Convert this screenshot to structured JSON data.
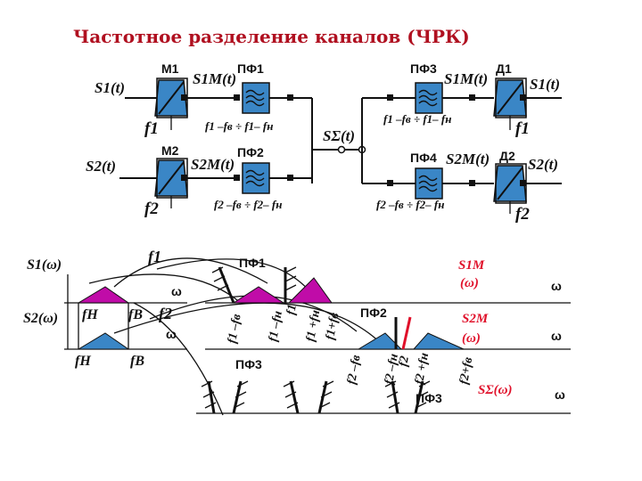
{
  "title": "Частотное разделение каналов (ЧРК)",
  "blocks": {
    "m1": "М1",
    "m2": "М2",
    "pf1": "ПФ1",
    "pf2": "ПФ2",
    "pf3": "ПФ3",
    "pf4": "ПФ4",
    "d1": "Д1",
    "d2": "Д2"
  },
  "signals": {
    "s1_in": "S1(t)",
    "s2_in": "S2(t)",
    "s1m_a": "S1M(t)",
    "s2m_a": "S2M(t)",
    "s_sum": "SΣ(t)",
    "s1m_b": "S1M(t)",
    "s2m_b": "S2M(t)",
    "s1_out": "S1(t)",
    "s2_out": "S2(t)",
    "f1_a": "f1",
    "f2_a": "f2",
    "f1_b": "f1",
    "f2_b": "f2"
  },
  "bands": {
    "pf1": "f1 –fв ÷ f1– fн",
    "pf2": "f2 –fв ÷ f2– fн",
    "pf3": "f1 –fв ÷ f1– fн",
    "pf4": "f2 –fв ÷ f2– fн"
  },
  "spectra": {
    "s1w": "S1(ω)",
    "s2w": "S2(ω)",
    "fn_a": "fН",
    "fv_a": "fВ",
    "fn_b": "fН",
    "fv_b": "fВ",
    "f1": "f1",
    "f2": "f2",
    "w1": "ω",
    "w2": "ω",
    "w3": "ω",
    "w4": "ω",
    "w5": "ω",
    "pf1": "ПФ1",
    "pf2": "ПФ2",
    "pf3a": "ПФ3",
    "pf3b": "ПФ3",
    "s1m": "S1M",
    "s1m_w": "(ω)",
    "s2m": "S2M",
    "s2m_w": "(ω)",
    "ssum": "SΣ(ω)",
    "r1": [
      "f1 –fв",
      "f1 –fн",
      "f1",
      "f1 +fн",
      "f1+fв"
    ],
    "r2": [
      "f2 –fв",
      "f2 –fн",
      "f2",
      "f2 +fн",
      "f2+fв"
    ]
  },
  "colors": {
    "title": "#b01020",
    "accent": "#e0102a",
    "block": "#3a86c6",
    "spectrum": "#c00ca8",
    "spectrum2": "#3a86c6"
  }
}
